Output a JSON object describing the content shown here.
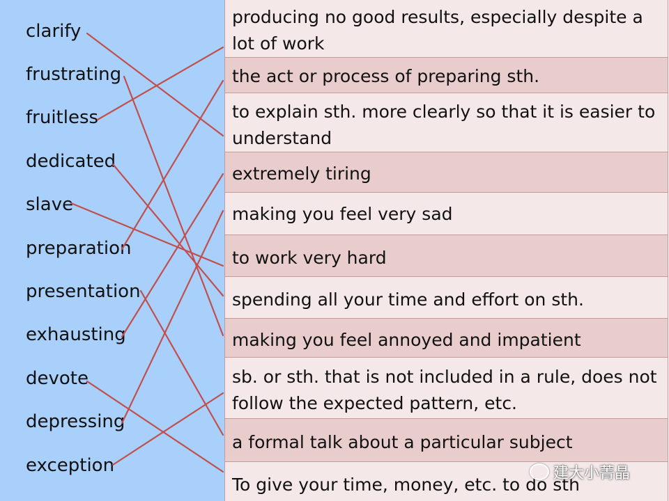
{
  "words": [
    "clarify",
    "frustrating",
    "fruitless",
    "dedicated",
    "slave",
    "preparation",
    "presentation",
    "exhausting",
    "devote",
    "depressing",
    "exception"
  ],
  "definitions": [
    "producing no good results, especially despite a lot of work",
    "the act or process of preparing sth.",
    "to explain sth. more clearly so that it is easier to understand",
    "extremely tiring",
    "making you feel very sad",
    "to work very hard",
    "spending all your time and effort on sth.",
    "making you feel annoyed and impatient",
    "sb. or sth. that is not included in a rule, does not follow the expected pattern, etc.",
    "a formal talk about a particular subject",
    "To give your time, money, etc. to do sth"
  ],
  "matches": [
    {
      "word": "clarify",
      "definition": "to explain sth. more clearly so that it is easier to understand"
    },
    {
      "word": "frustrating",
      "definition": "making you feel annoyed and impatient"
    },
    {
      "word": "fruitless",
      "definition": "producing no good results, especially despite a lot of work"
    },
    {
      "word": "dedicated",
      "definition": "spending all your time and effort on sth."
    },
    {
      "word": "slave",
      "definition": "to work very hard"
    },
    {
      "word": "preparation",
      "definition": "the act or process of preparing sth."
    },
    {
      "word": "presentation",
      "definition": "a formal talk about a particular subject"
    },
    {
      "word": "exhausting",
      "definition": "extremely tiring"
    },
    {
      "word": "devote",
      "definition": "To give your time, money, etc. to do sth"
    },
    {
      "word": "depressing",
      "definition": "making you feel very sad"
    },
    {
      "word": "exception",
      "definition": "sb. or sth. that is not included in a rule, does not follow the expected pattern, etc."
    }
  ],
  "watermark": "建大小菁晶",
  "colors": {
    "left_panel": "#a9cffb",
    "row_light": "#f5e8e8",
    "row_dark": "#e9cdcd",
    "line": "#c0504d"
  }
}
